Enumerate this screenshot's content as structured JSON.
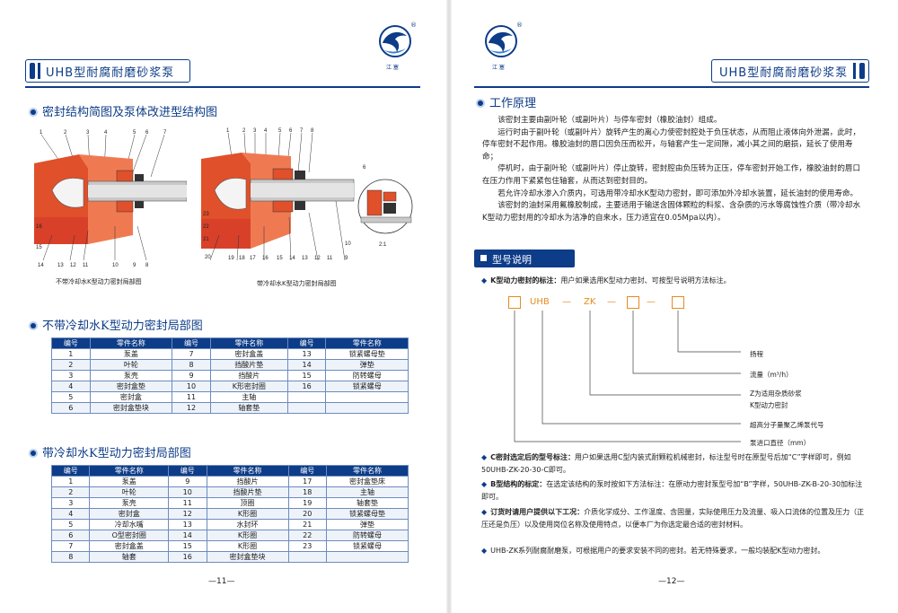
{
  "header": {
    "title": "UHB型耐腐耐磨砂浆泵",
    "logo_brand": "江 塞",
    "logo_reg": "®"
  },
  "left_page": {
    "section1_title": "密封结构简图及泵体改进型结构图",
    "drawing1_caption": "不带冷却水K型动力密封局部图",
    "drawing2_caption": "带冷却水K型动力密封局部图",
    "drawing1_labels": [
      "1",
      "2",
      "3",
      "4",
      "5",
      "6",
      "7",
      "16",
      "15",
      "14",
      "13",
      "12",
      "11",
      "10",
      "9",
      "8"
    ],
    "drawing2_labels": [
      "1",
      "2",
      "3",
      "4",
      "5",
      "6",
      "7",
      "8",
      "23",
      "22",
      "21",
      "20",
      "19",
      "18",
      "17",
      "16",
      "15",
      "14",
      "13",
      "12",
      "11",
      "10",
      "9"
    ],
    "inset_label_6": "6",
    "inset_ratio": "2:1",
    "section2_title": "不带冷却水K型动力密封局部图",
    "section3_title": "带冷却水K型动力密封局部图",
    "table_headers": [
      "编号",
      "零件名称",
      "编号",
      "零件名称",
      "编号",
      "零件名称"
    ],
    "table1_rows": [
      [
        "1",
        "泵盖",
        "7",
        "密封盒盖",
        "13",
        "锁紧螺母垫"
      ],
      [
        "2",
        "叶轮",
        "8",
        "挡酸片垫",
        "14",
        "弹垫"
      ],
      [
        "3",
        "泵壳",
        "9",
        "挡酸片",
        "15",
        "防转螺母"
      ],
      [
        "4",
        "密封盒垫",
        "10",
        "K形密封圈",
        "16",
        "锁紧螺母"
      ],
      [
        "5",
        "密封盒",
        "11",
        "主轴",
        "",
        ""
      ],
      [
        "6",
        "密封盒垫块",
        "12",
        "轴套垫",
        "",
        ""
      ]
    ],
    "table2_rows": [
      [
        "1",
        "泵盖",
        "9",
        "挡酸片",
        "17",
        "密封盒垫床"
      ],
      [
        "2",
        "叶轮",
        "10",
        "挡酸片垫",
        "18",
        "主轴"
      ],
      [
        "3",
        "泵壳",
        "11",
        "顶圈",
        "19",
        "轴套垫"
      ],
      [
        "4",
        "密封盒",
        "12",
        "K形圈",
        "20",
        "锁紧螺母垫"
      ],
      [
        "5",
        "冷却水嘴",
        "13",
        "水封环",
        "21",
        "弹垫"
      ],
      [
        "6",
        "O型密封圈",
        "14",
        "K形圈",
        "22",
        "防转螺母"
      ],
      [
        "7",
        "密封盒盖",
        "15",
        "K形圈",
        "23",
        "锁紧螺母"
      ],
      [
        "8",
        "轴套",
        "16",
        "密封盒垫块",
        "",
        ""
      ]
    ],
    "page_number": "—11—"
  },
  "right_page": {
    "section1_title": "工作原理",
    "principle_paragraphs": [
      "该密封主要由副叶轮（或副叶片）与停车密封（橡胶油封）组成。",
      "运行时由于副叶轮（或副叶片）旋转产生的离心力使密封腔处于负压状态，从而阻止液体向外泄漏，此时，停车密封不起作用。橡胶油封的唇口因负压而松开，与轴套产生一定间隙，减小其之间的磨损，延长了使用寿命；",
      "停机时，由于副叶轮（或副叶片）停止旋转，密封腔由负压转为正压，停车密封开始工作，橡胶油封的唇口在压力作用下紧紧包住轴套，从而达到密封目的。",
      "若允许冷却水渗入介质内，可选用带冷却水K型动力密封，即可添加外冷却水装置，延长油封的使用寿命。",
      "该密封的油封采用氟橡胶制成，主要适用于输送含固体颗粒的料浆、含杂质的污水等腐蚀性介质（带冷却水K型动力密封用的冷却水为洁净的自来水，压力适宜在0.05Mpa以内）。"
    ],
    "section2_title": "型号说明",
    "k_seal_label": "K型动力密封的标注：",
    "k_seal_text": "用户如果选用K型动力密封、可按型号说明方法标注。",
    "code_parts": [
      "UHB",
      "—",
      "ZK",
      "—",
      "—"
    ],
    "legend": [
      "扬程",
      "流量（m³/h）",
      "Z为适用杂质砂浆",
      "K型动力密封",
      "超高分子量聚乙烯泵代号",
      "泵进口直径（mm）"
    ],
    "c_seal_label": "C密封选定后的型号标注：",
    "c_seal_text": "用户如果选用C型内装式耐颗粒机械密封，标注型号时在原型号后加“C”字样即可，例如50UHB-ZK-20-30-C即可。",
    "b_struct_label": "B型结构的标定：",
    "b_struct_text": "在选定该结构的泵时按如下方法标注：在原动力密封泵型号加“B”字样，50UHB-ZK-B-20-30加标注即可。",
    "order_label": "订货时请用户提供以下工况：",
    "order_text": "介质化学成分、工作温度、含固量，实际使用压力及流量、吸入口流体的位置及压力（正压还是负压）以及使用岗位名称及使用特点，以便本厂为你选定最合适的密封材料。",
    "uhb_text": "UHB-ZK系列耐腐耐磨泵，可根据用户的要求安装不同的密封。若无特殊要求，一般均装配K型动力密封。",
    "page_number": "—12—"
  },
  "colors": {
    "brand_blue": "#0d3c88",
    "pump_orange": "#e0502a",
    "code_orange": "#e88a1e"
  }
}
